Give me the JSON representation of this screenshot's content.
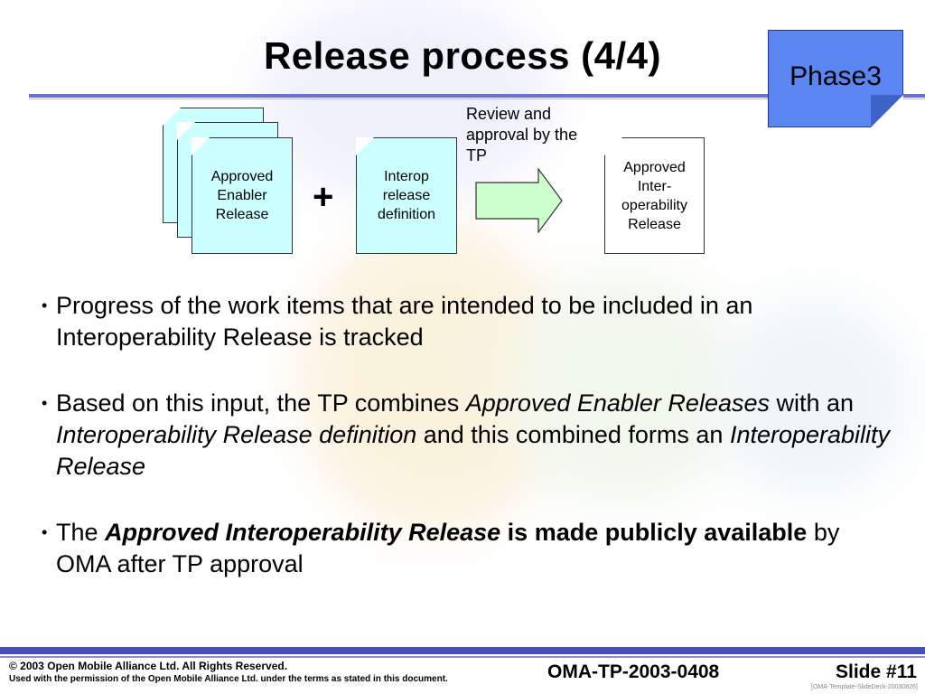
{
  "title": "Release process (4/4)",
  "phase_label": "Phase3",
  "diagram": {
    "enabler_doc": "Approved Enabler Release",
    "interop_doc": "Interop release definition",
    "plus": "+",
    "review_text": "Review and approval by the TP",
    "result_doc": "Approved Inter-operability Release"
  },
  "bullets": [
    {
      "text": "Progress of the work items that are intended to be included in an Interoperability Release is tracked"
    },
    {
      "p1": "Based on this input, the TP combines ",
      "i1": "Approved Enabler Releases",
      "p2": " with an ",
      "i2": "Interoperability Release definition",
      "p3": " and this combined forms an ",
      "i3": "Interoperability Release"
    },
    {
      "p1": "The ",
      "bi": "Approved Interoperability Release",
      "b": " is made publicly available",
      "p2": " by OMA after TP approval"
    }
  ],
  "footer": {
    "copyright": "© 2003 Open Mobile Alliance Ltd.  All Rights Reserved.",
    "permission": "Used with the permission of the Open Mobile Alliance Ltd. under the terms as stated in this document.",
    "doc_id": "OMA-TP-2003-0408",
    "slide": "Slide #11",
    "template": "[OMA-Template-SlideDeck-20030826]"
  },
  "colors": {
    "accent": "#4a4fb8",
    "phase": "#5b85f0",
    "doc_fill": "#ccffff",
    "arrow_fill": "#ccffcc"
  }
}
